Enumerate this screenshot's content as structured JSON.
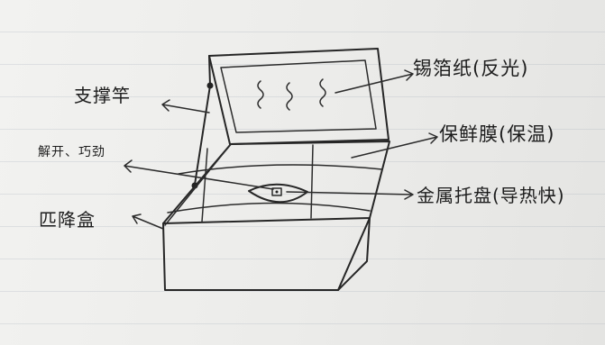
{
  "labels": {
    "foil": "锡箔纸(反光)",
    "film": "保鲜膜(保温)",
    "tray": "金属托盘(导热快)",
    "rod": "支撑竿",
    "switch": "解开、巧劲",
    "box": "匹降盒"
  }
}
